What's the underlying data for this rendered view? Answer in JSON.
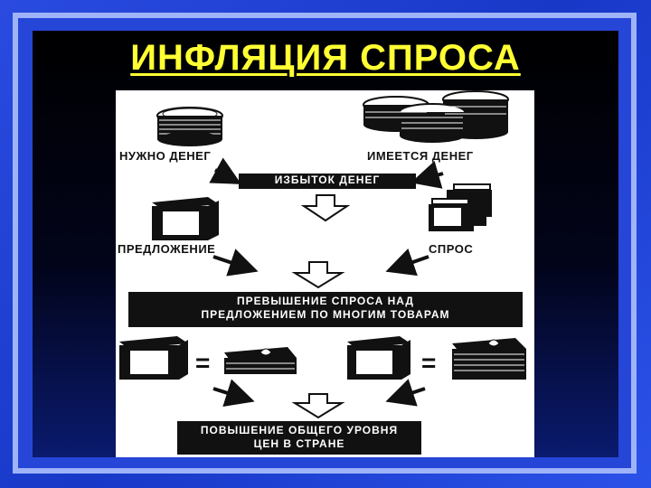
{
  "title": "ИНФЛЯЦИЯ СПРОСА",
  "diagram": {
    "need_money": "НУЖНО ДЕНЕГ",
    "have_money": "ИМЕЕТСЯ ДЕНЕГ",
    "excess_money": "ИЗБЫТОК ДЕНЕГ",
    "supply": "ПРЕДЛОЖЕНИЕ",
    "demand": "СПРОС",
    "excess_demand_line1": "ПРЕВЫШЕНИЕ СПРОСА НАД",
    "excess_demand_line2": "ПРЕДЛОЖЕНИЕМ ПО МНОГИМ ТОВАРАМ",
    "equals_left": "=",
    "equals_right": "=",
    "price_rise_line1": "ПОВЫШЕНИЕ ОБЩЕГО УРОВНЯ",
    "price_rise_line2": "ЦЕН В СТРАНЕ"
  }
}
